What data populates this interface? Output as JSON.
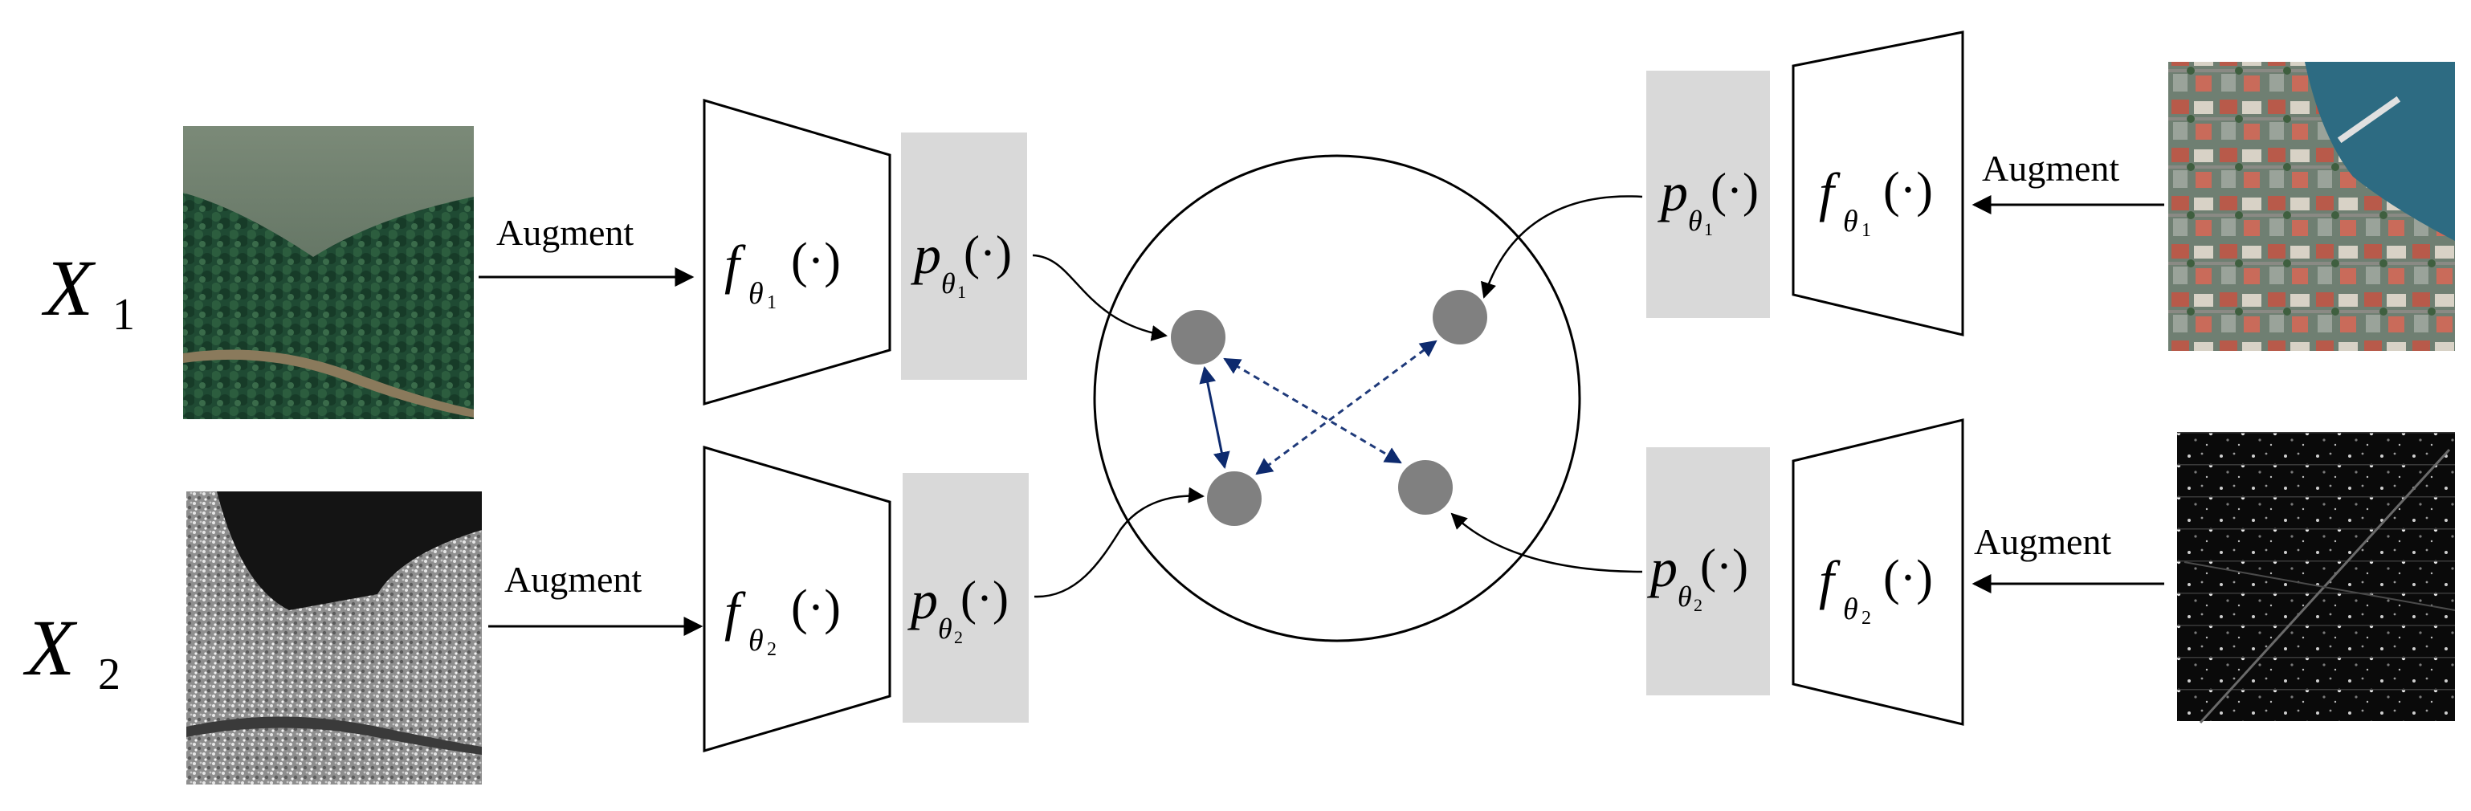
{
  "row_labels": {
    "x1": {
      "base": "X",
      "sub": "1"
    },
    "x2": {
      "base": "X",
      "sub": "2"
    }
  },
  "augment_label": "Augment",
  "encoders": {
    "f1": {
      "base": "f",
      "sub_symbol": "θ",
      "sub_index": "1",
      "arg": "(·)"
    },
    "f2": {
      "base": "f",
      "sub_symbol": "θ",
      "sub_index": "2",
      "arg": "(·)"
    }
  },
  "projectors": {
    "p1": {
      "base": "p",
      "sub_symbol": "θ",
      "sub_index": "1",
      "arg": "(·)"
    },
    "p2": {
      "base": "p",
      "sub_symbol": "θ",
      "sub_index": "2",
      "arg": "(·)"
    }
  },
  "images": {
    "left_optical": "optical-image",
    "left_sar": "sar-image",
    "right_optical": "optical-urban-image",
    "right_sar": "sar-urban-image"
  },
  "colors": {
    "projector_fill": "#d9d9d9",
    "node_fill": "#808080",
    "dashed_arrow": "#1f3a7a",
    "solid_arrow": "#0d2a6e"
  }
}
